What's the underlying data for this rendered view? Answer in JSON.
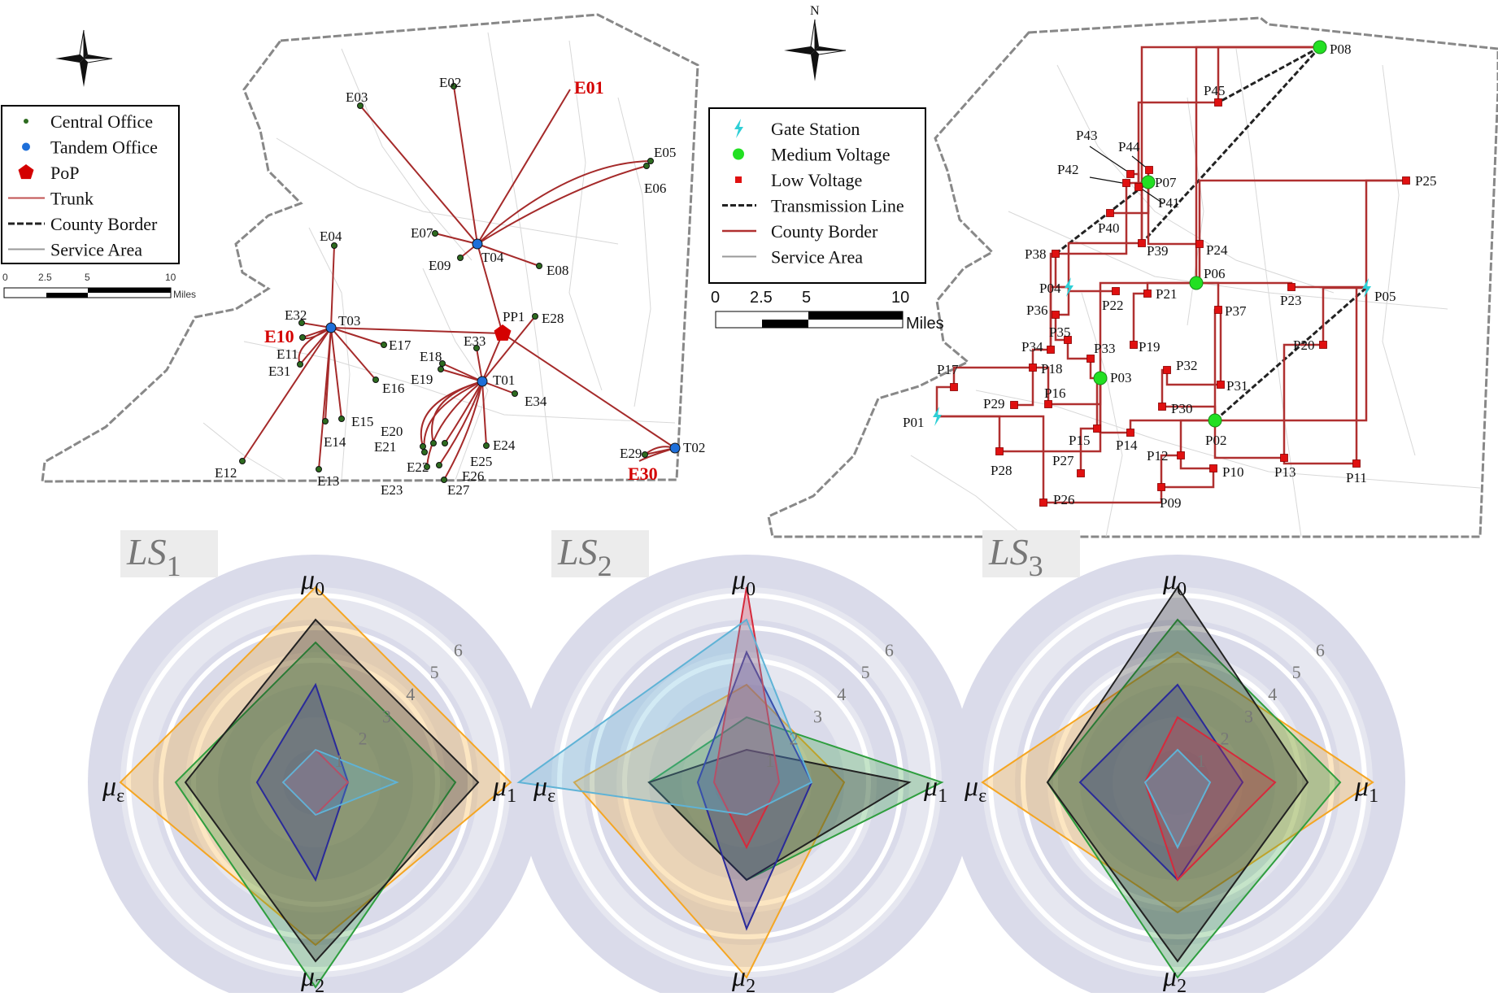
{
  "telecom": {
    "legend": [
      {
        "label": "Central Office",
        "symbol": "dot-green"
      },
      {
        "label": "Tandem Office",
        "symbol": "dot-blue"
      },
      {
        "label": "PoP",
        "symbol": "pentagon-red"
      },
      {
        "label": "Trunk",
        "symbol": "line-red"
      },
      {
        "label": "County Border",
        "symbol": "line-black-dashed"
      },
      {
        "label": "Service Area",
        "symbol": "line-grey"
      }
    ],
    "scale": {
      "ticks": [
        "0",
        "2.5",
        "5",
        "10"
      ],
      "unit": "Miles"
    },
    "highlight_labels": [
      "E01",
      "E10",
      "E30"
    ],
    "central_offices": [
      "E02",
      "E03",
      "E04",
      "E05",
      "E06",
      "E07",
      "E08",
      "E09",
      "E11",
      "E12",
      "E13",
      "E14",
      "E15",
      "E16",
      "E17",
      "E18",
      "E19",
      "E20",
      "E21",
      "E22",
      "E23",
      "E24",
      "E25",
      "E26",
      "E27",
      "E28",
      "E29",
      "E31",
      "E32",
      "E33",
      "E34"
    ],
    "tandem_offices": [
      "T01",
      "T02",
      "T03",
      "T04"
    ],
    "pop": [
      "PP1"
    ]
  },
  "power": {
    "compass": "N",
    "legend": [
      {
        "label": "Gate Station",
        "symbol": "bolt-cyan"
      },
      {
        "label": "Medium Voltage",
        "symbol": "dot-green"
      },
      {
        "label": "Low Voltage",
        "symbol": "square-red"
      },
      {
        "label": "Transmission Line",
        "symbol": "line-black-dashed"
      },
      {
        "label": "County Border",
        "symbol": "line-red"
      },
      {
        "label": "Service Area",
        "symbol": "line-grey"
      }
    ],
    "scale": {
      "ticks": [
        "0",
        "2.5",
        "5",
        "10"
      ],
      "unit": "Miles"
    },
    "gate_stations": [
      "P01",
      "P04",
      "P05"
    ],
    "medium_voltage": [
      "P02",
      "P03",
      "P06",
      "P07",
      "P08"
    ],
    "low_voltage": [
      "P09",
      "P10",
      "P11",
      "P12",
      "P13",
      "P14",
      "P15",
      "P16",
      "P17",
      "P18",
      "P19",
      "P20",
      "P21",
      "P22",
      "P23",
      "P24",
      "P25",
      "P26",
      "P27",
      "P28",
      "P29",
      "P30",
      "P31",
      "P32",
      "P33",
      "P34",
      "P35",
      "P36",
      "P37",
      "P38",
      "P39",
      "P40",
      "P41",
      "P42",
      "P43",
      "P44",
      "P45"
    ]
  },
  "chart_data": [
    {
      "type": "radar",
      "title": "LS1",
      "axes": [
        "μ0",
        "μ1",
        "μ2",
        "με"
      ],
      "ticks": [
        "1",
        "2",
        "3",
        "4",
        "5",
        "6"
      ],
      "rmax": 6,
      "series": [
        {
          "color": "#f5a623",
          "values": [
            6.0,
            6.0,
            5.0,
            6.0
          ]
        },
        {
          "color": "#2e9e3e",
          "values": [
            4.3,
            4.3,
            6.3,
            4.3
          ]
        },
        {
          "color": "#222222",
          "values": [
            5.0,
            5.0,
            5.5,
            4.0
          ]
        },
        {
          "color": "#2a2a9a",
          "values": [
            3.0,
            1.0,
            3.0,
            1.8
          ]
        },
        {
          "color": "#d62a3c",
          "values": [
            1.0,
            1.0,
            1.0,
            1.0
          ]
        },
        {
          "color": "#5fb3d6",
          "values": [
            1.0,
            2.5,
            1.0,
            1.0
          ]
        }
      ]
    },
    {
      "type": "radar",
      "title": "LS2",
      "axes": [
        "μ0",
        "μ1",
        "μ2",
        "με"
      ],
      "ticks": [
        "1",
        "2",
        "3",
        "4",
        "5",
        "6"
      ],
      "rmax": 6,
      "series": [
        {
          "color": "#f5a623",
          "values": [
            3.0,
            3.0,
            6.0,
            5.3
          ]
        },
        {
          "color": "#2e9e3e",
          "values": [
            2.0,
            6.0,
            3.0,
            3.0
          ]
        },
        {
          "color": "#222222",
          "values": [
            1.0,
            5.0,
            3.0,
            3.0
          ]
        },
        {
          "color": "#2a2a9a",
          "values": [
            4.0,
            2.0,
            4.5,
            1.5
          ]
        },
        {
          "color": "#d62a3c",
          "values": [
            6.0,
            1.0,
            2.0,
            1.0
          ]
        },
        {
          "color": "#5fb3d6",
          "values": [
            5.0,
            2.0,
            1.0,
            7.0
          ]
        }
      ]
    },
    {
      "type": "radar",
      "title": "LS3",
      "axes": [
        "μ0",
        "μ1",
        "μ2",
        "με"
      ],
      "ticks": [
        "1",
        "2",
        "3",
        "4",
        "5",
        "6"
      ],
      "rmax": 6,
      "series": [
        {
          "color": "#f5a623",
          "values": [
            4.0,
            6.0,
            4.0,
            6.0
          ]
        },
        {
          "color": "#2e9e3e",
          "values": [
            5.0,
            5.0,
            6.0,
            4.0
          ]
        },
        {
          "color": "#222222",
          "values": [
            6.0,
            4.0,
            5.5,
            4.0
          ]
        },
        {
          "color": "#2a2a9a",
          "values": [
            3.0,
            2.0,
            3.0,
            3.0
          ]
        },
        {
          "color": "#d62a3c",
          "values": [
            2.0,
            3.0,
            3.0,
            1.0
          ]
        },
        {
          "color": "#5fb3d6",
          "values": [
            1.0,
            1.0,
            2.0,
            1.0
          ]
        }
      ]
    }
  ]
}
